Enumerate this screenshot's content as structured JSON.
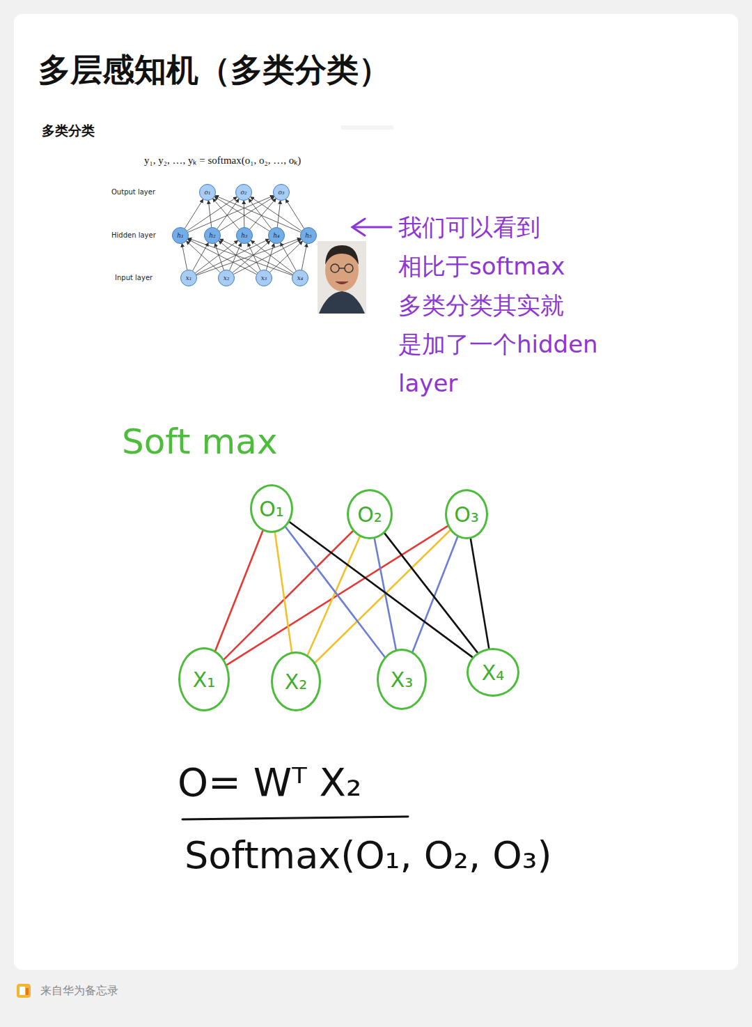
{
  "diagram": {
    "title": "多层感知机（多类分类）",
    "nodes": [
      {
        "text": [
          "o₁"
        ]
      },
      {
        "text": [
          "o₂"
        ]
      },
      {
        "text": [
          "o₃"
        ]
      },
      {
        "text": [
          "h₁"
        ]
      },
      {
        "text": [
          "h₂"
        ]
      },
      {
        "text": [
          "h₃"
        ]
      },
      {
        "text": [
          "h₄"
        ]
      },
      {
        "text": [
          "h₅"
        ]
      },
      {
        "text": [
          "x₁"
        ]
      },
      {
        "text": [
          "x₂"
        ]
      },
      {
        "text": [
          "x₃"
        ]
      },
      {
        "text": [
          "x₄"
        ]
      },
      {
        "text": [
          "O₁"
        ]
      },
      {
        "text": [
          "O₂"
        ]
      },
      {
        "text": [
          "O₃"
        ]
      },
      {
        "text": [
          "X₁"
        ]
      },
      {
        "text": [
          "X₂"
        ]
      },
      {
        "text": [
          "X₃"
        ]
      },
      {
        "text": [
          "X₄"
        ]
      }
    ],
    "edges": [
      {
        "from": 8,
        "to": 3,
        "arrow": "to"
      },
      {
        "from": 8,
        "to": 4,
        "arrow": "to"
      },
      {
        "from": 8,
        "to": 5,
        "arrow": "to"
      },
      {
        "from": 8,
        "to": 6,
        "arrow": "to"
      },
      {
        "from": 8,
        "to": 7,
        "arrow": "to"
      },
      {
        "from": 9,
        "to": 3,
        "arrow": "to"
      },
      {
        "from": 9,
        "to": 4,
        "arrow": "to"
      },
      {
        "from": 9,
        "to": 5,
        "arrow": "to"
      },
      {
        "from": 9,
        "to": 6,
        "arrow": "to"
      },
      {
        "from": 9,
        "to": 7,
        "arrow": "to"
      },
      {
        "from": 10,
        "to": 3,
        "arrow": "to"
      },
      {
        "from": 10,
        "to": 4,
        "arrow": "to"
      },
      {
        "from": 10,
        "to": 5,
        "arrow": "to"
      },
      {
        "from": 10,
        "to": 6,
        "arrow": "to"
      },
      {
        "from": 10,
        "to": 7,
        "arrow": "to"
      },
      {
        "from": 11,
        "to": 3,
        "arrow": "to"
      },
      {
        "from": 11,
        "to": 4,
        "arrow": "to"
      },
      {
        "from": 11,
        "to": 5,
        "arrow": "to"
      },
      {
        "from": 11,
        "to": 6,
        "arrow": "to"
      },
      {
        "from": 11,
        "to": 7,
        "arrow": "to"
      },
      {
        "from": 3,
        "to": 0,
        "arrow": "to"
      },
      {
        "from": 3,
        "to": 1,
        "arrow": "to"
      },
      {
        "from": 3,
        "to": 2,
        "arrow": "to"
      },
      {
        "from": 4,
        "to": 0,
        "arrow": "to"
      },
      {
        "from": 4,
        "to": 1,
        "arrow": "to"
      },
      {
        "from": 4,
        "to": 2,
        "arrow": "to"
      },
      {
        "from": 5,
        "to": 0,
        "arrow": "to"
      },
      {
        "from": 5,
        "to": 1,
        "arrow": "to"
      },
      {
        "from": 5,
        "to": 2,
        "arrow": "to"
      },
      {
        "from": 6,
        "to": 0,
        "arrow": "to"
      },
      {
        "from": 6,
        "to": 1,
        "arrow": "to"
      },
      {
        "from": 6,
        "to": 2,
        "arrow": "to"
      },
      {
        "from": 7,
        "to": 0,
        "arrow": "to"
      },
      {
        "from": 7,
        "to": 1,
        "arrow": "to"
      },
      {
        "from": 7,
        "to": 2,
        "arrow": "to"
      },
      {
        "from": 15,
        "to": 12,
        "arrow": "none"
      },
      {
        "from": 15,
        "to": 13,
        "arrow": "none"
      },
      {
        "from": 15,
        "to": 14,
        "arrow": "none"
      },
      {
        "from": 16,
        "to": 12,
        "arrow": "none"
      },
      {
        "from": 16,
        "to": 13,
        "arrow": "none"
      },
      {
        "from": 16,
        "to": 14,
        "arrow": "none"
      },
      {
        "from": 17,
        "to": 12,
        "arrow": "none"
      },
      {
        "from": 17,
        "to": 13,
        "arrow": "none"
      },
      {
        "from": 17,
        "to": 14,
        "arrow": "none"
      },
      {
        "from": 18,
        "to": 12,
        "arrow": "none"
      },
      {
        "from": 18,
        "to": 13,
        "arrow": "none"
      },
      {
        "from": 18,
        "to": 14,
        "arrow": "none"
      }
    ],
    "labels": [
      "多类分类",
      "y₁, y₂, …, yₖ = softmax(o₁, o₂, …, oₖ)",
      "Output layer",
      "Hidden layer",
      "Input layer",
      "我们可以看到 相比于softmax 多类分类其实就 是加了一个hidden layer",
      "Soft max",
      "O= Wᵀ X₂",
      "Softmax(O₁, O₂, O₃)",
      "来自华为备忘录"
    ]
  }
}
